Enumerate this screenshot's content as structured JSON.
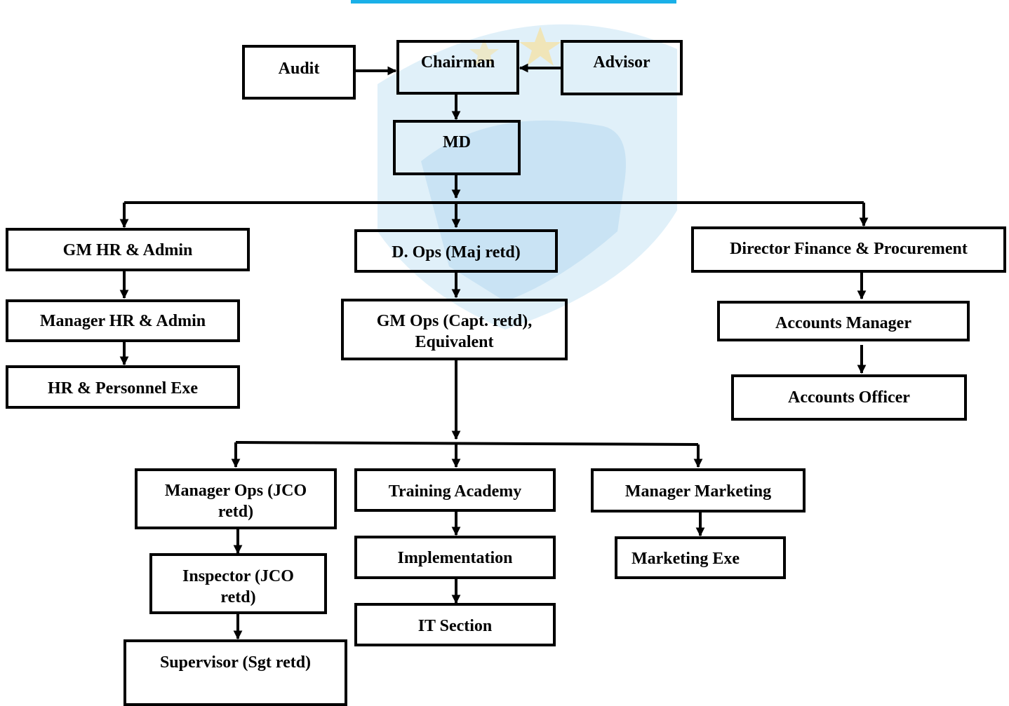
{
  "colors": {
    "accent": "#1ab0e8",
    "watermark": "#c7e3f4",
    "watermark_star": "#f4e2a8",
    "line": "#000000"
  },
  "nodes": {
    "audit": "Audit",
    "chairman": "Chairman",
    "advisor": "Advisor",
    "md": "MD",
    "gm_hr_admin": "GM HR & Admin",
    "d_ops": "D. Ops (Maj retd)",
    "director_finance": "Director Finance & Procurement",
    "manager_hr_admin": "Manager HR & Admin",
    "gm_ops": "GM Ops (Capt. retd), Equivalent",
    "accounts_manager": "Accounts Manager",
    "hr_personnel_exe": "HR & Personnel Exe",
    "accounts_officer": "Accounts Officer",
    "manager_ops": "Manager Ops (JCO retd)",
    "training_academy": "Training Academy",
    "manager_marketing": "Manager Marketing",
    "inspector": "Inspector (JCO retd)",
    "implementation": "Implementation",
    "marketing_exe": "Marketing Exe",
    "it_section": "IT Section",
    "supervisor": "Supervisor (Sgt retd)"
  }
}
